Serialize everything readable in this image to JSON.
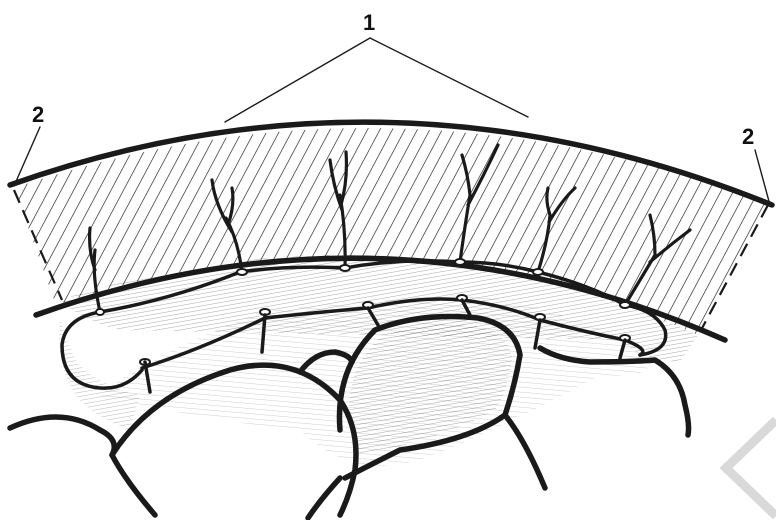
{
  "labels": {
    "one": "1",
    "two_left": "2",
    "two_right": "2"
  },
  "colors": {
    "ink": "#1a1a1a",
    "paper": "#ffffff",
    "watermark": "#d9d9d9"
  }
}
